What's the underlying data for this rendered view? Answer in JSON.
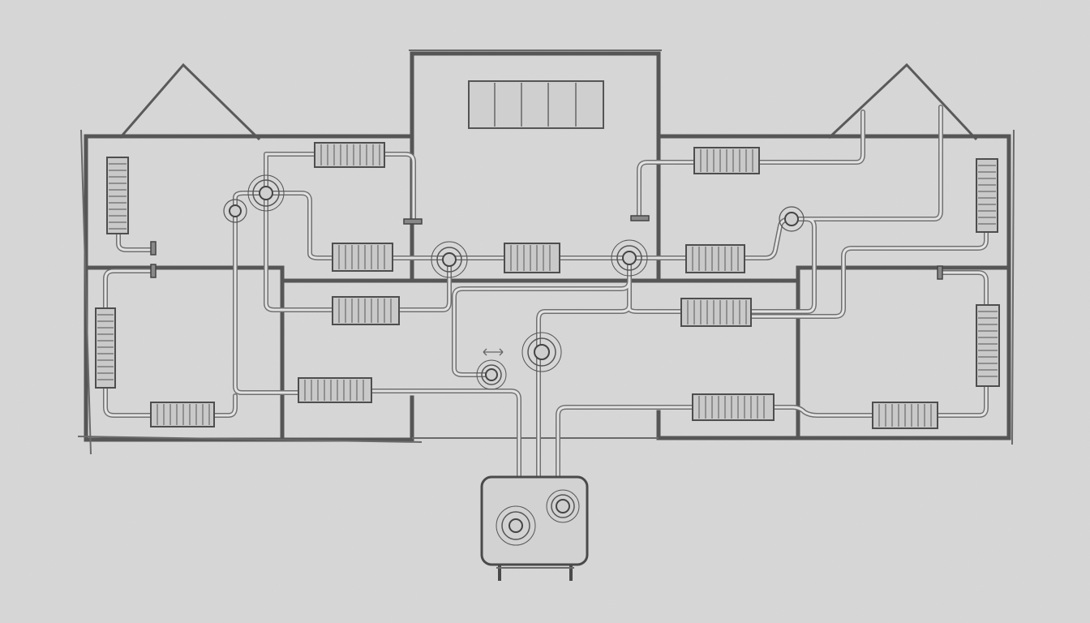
{
  "drawing": {
    "style": "pencil-sketch",
    "colors": {
      "paper": "#dadada",
      "graphite": "#565656",
      "pipe": "#707070",
      "pipe_highlight": "#e2e2e2"
    }
  },
  "elements": {
    "radiators": [
      {
        "id": "radiator-top-center-left",
        "orientation": "horizontal"
      },
      {
        "id": "radiator-left-upper-vertical",
        "orientation": "vertical"
      },
      {
        "id": "radiator-center-row1-left",
        "orientation": "horizontal"
      },
      {
        "id": "radiator-center-row1-middle",
        "orientation": "horizontal"
      },
      {
        "id": "radiator-center-row1-right",
        "orientation": "horizontal"
      },
      {
        "id": "radiator-top-right",
        "orientation": "horizontal"
      },
      {
        "id": "radiator-right-upper-vertical",
        "orientation": "vertical"
      },
      {
        "id": "radiator-center-row2-left",
        "orientation": "horizontal"
      },
      {
        "id": "radiator-center-row2-right",
        "orientation": "horizontal"
      },
      {
        "id": "radiator-left-lower-vertical",
        "orientation": "vertical"
      },
      {
        "id": "radiator-bottom-left",
        "orientation": "horizontal"
      },
      {
        "id": "radiator-center-row3-left",
        "orientation": "horizontal"
      },
      {
        "id": "radiator-center-row3-right",
        "orientation": "horizontal"
      },
      {
        "id": "radiator-right-lower-vertical",
        "orientation": "vertical"
      },
      {
        "id": "radiator-bottom-right",
        "orientation": "horizontal"
      }
    ],
    "valves_count": 10,
    "boiler": {
      "id": "boiler-unit"
    }
  }
}
